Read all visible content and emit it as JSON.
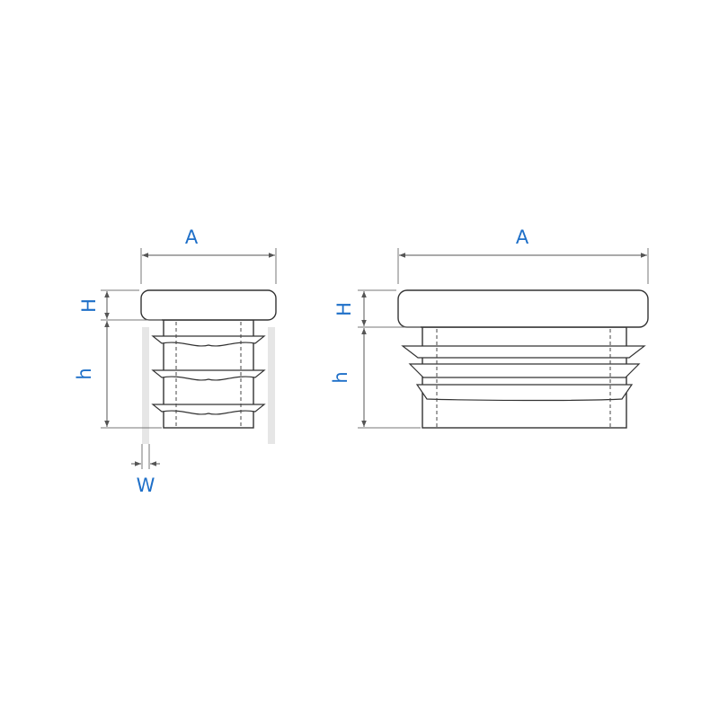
{
  "labels": {
    "left_width": "A",
    "left_cap_height": "H",
    "left_insert_height": "h",
    "left_wall": "W",
    "right_width": "A",
    "right_cap_height": "H",
    "right_insert_height": "h"
  },
  "colors": {
    "label": "#1e6fc8",
    "line": "#333333",
    "tube_wall": "#e6e6e6",
    "background": "#ffffff"
  }
}
